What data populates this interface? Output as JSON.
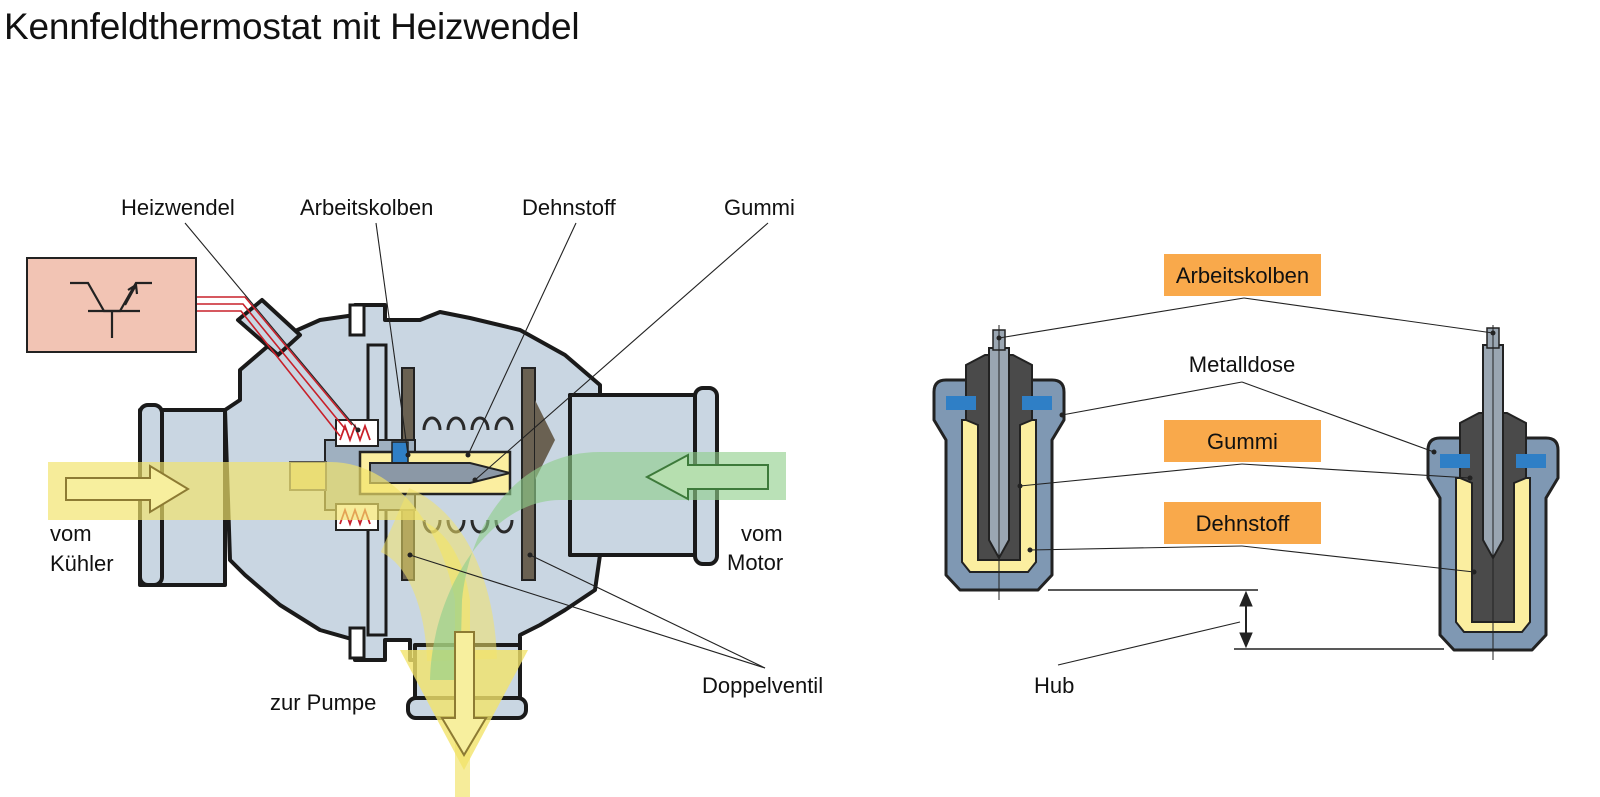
{
  "title": "Kennfeldthermostat mit Heizwendel",
  "left_diagram": {
    "labels": {
      "heizwendel": "Heizwendel",
      "arbeitskolben": "Arbeitskolben",
      "dehnstoff": "Dehnstoff",
      "gummi": "Gummi",
      "vom_kuehler_1": "vom",
      "vom_kuehler_2": "Kühler",
      "vom_motor_1": "vom",
      "vom_motor_2": "Motor",
      "zur_pumpe": "zur Pumpe",
      "doppelventil": "Doppelventil"
    }
  },
  "right_diagram": {
    "labels": {
      "arbeitskolben": "Arbeitskolben",
      "metalldose": "Metalldose",
      "gummi": "Gummi",
      "dehnstoff": "Dehnstoff",
      "hub": "Hub"
    }
  },
  "colors": {
    "housing": "#c9d6e2",
    "flow_cooler": "#f2e36a",
    "flow_engine": "#8fcf8a",
    "control_box": "#f2c4b4",
    "heater_wire": "#c8202a",
    "rubber_blue": "#2f7fc6",
    "wax": "#fbeea0",
    "orange_tag": "#f9a94b"
  },
  "icons": [
    "transistor-symbol-icon",
    "arrow-right-icon",
    "arrow-left-icon",
    "arrow-down-icon",
    "spring-icon",
    "heating-coil-icon",
    "dimension-arrow-icon"
  ]
}
